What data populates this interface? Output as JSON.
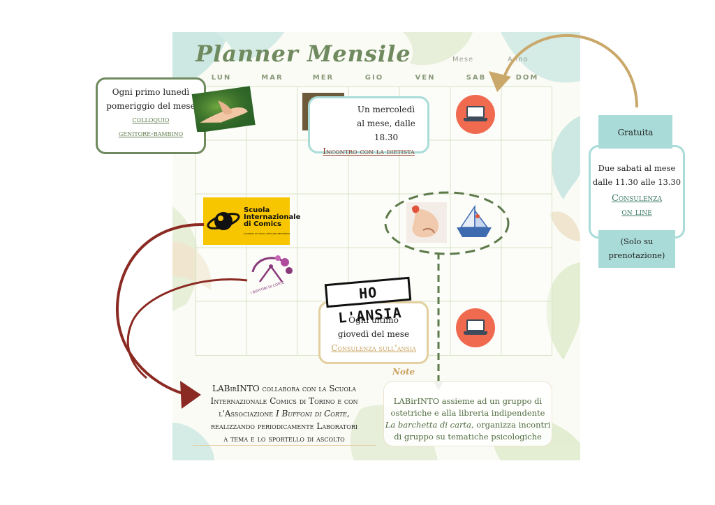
{
  "planner": {
    "title": "Planner Mensile",
    "month_label": "Mese",
    "year_label": "Anno",
    "days": [
      "LUN",
      "MAR",
      "MER",
      "GIO",
      "VEN",
      "SAB",
      "DOM"
    ],
    "note_label": "Note"
  },
  "monday_box": {
    "line1": "Ogni primo lunedì",
    "line2": "pomeriggio del mese",
    "link1": "colloquio",
    "link2": "genitore-bambino"
  },
  "wednesday_box": {
    "line1": "Un mercoledì",
    "line2": "al mese, dalle 18.30",
    "link": "Incontro con la dietista"
  },
  "consulting_box": {
    "header": "Gratuita",
    "line1": "Due sabati al mese",
    "line2": "dalle 11.30 alle 13.30",
    "link1": "Consulenza",
    "link2": "on line",
    "footer1": "(Solo su",
    "footer2": "prenotazione)"
  },
  "comics_logo": {
    "line1": "Scuola",
    "line2": "Internazionale",
    "line3": "di Comics",
    "tagline": "ACADEMY OF VISUAL ARTS AND NEW MEDIA"
  },
  "buffoni_logo": {
    "text": "I BUFFONI DI CORTE"
  },
  "ansia_box": {
    "stamp": "HO L'ANSIA",
    "line1": "Ogni ultimo",
    "line2": "giovedì del mese",
    "link": "Consulenza sull'ansia"
  },
  "collab_note": {
    "line1": "LABirINTO collabora con la Scuola",
    "line2": "Internazionale Comics di Torino e con",
    "line3a": "l'Associazione ",
    "line3b": "I Buffoni di Corte",
    "line3c": ",",
    "line4": "realizzando periodicamente Laboratori",
    "line5": "a tema e lo sportello di ascolto"
  },
  "group_note": {
    "line1": "LABirINTO assieme ad un gruppo di",
    "line2": "ostetriche e alla libreria indipendente",
    "line3a": "La barchetta di carta",
    "line3b": ", organizza incontri",
    "line4": "di gruppo su tematiche psicologiche"
  },
  "colors": {
    "sage": "#6f8a5e",
    "teal_box": "#a9dcd8",
    "green_border": "#6f8a5e",
    "tan_border": "#e3cfa0",
    "dark_red": "#8b2a22",
    "coral": "#f06a4f",
    "link_brown": "#8b3a2a",
    "link_green": "#5d7a4a",
    "link_teal": "#3f7d6a",
    "link_tan": "#c9a25e"
  }
}
